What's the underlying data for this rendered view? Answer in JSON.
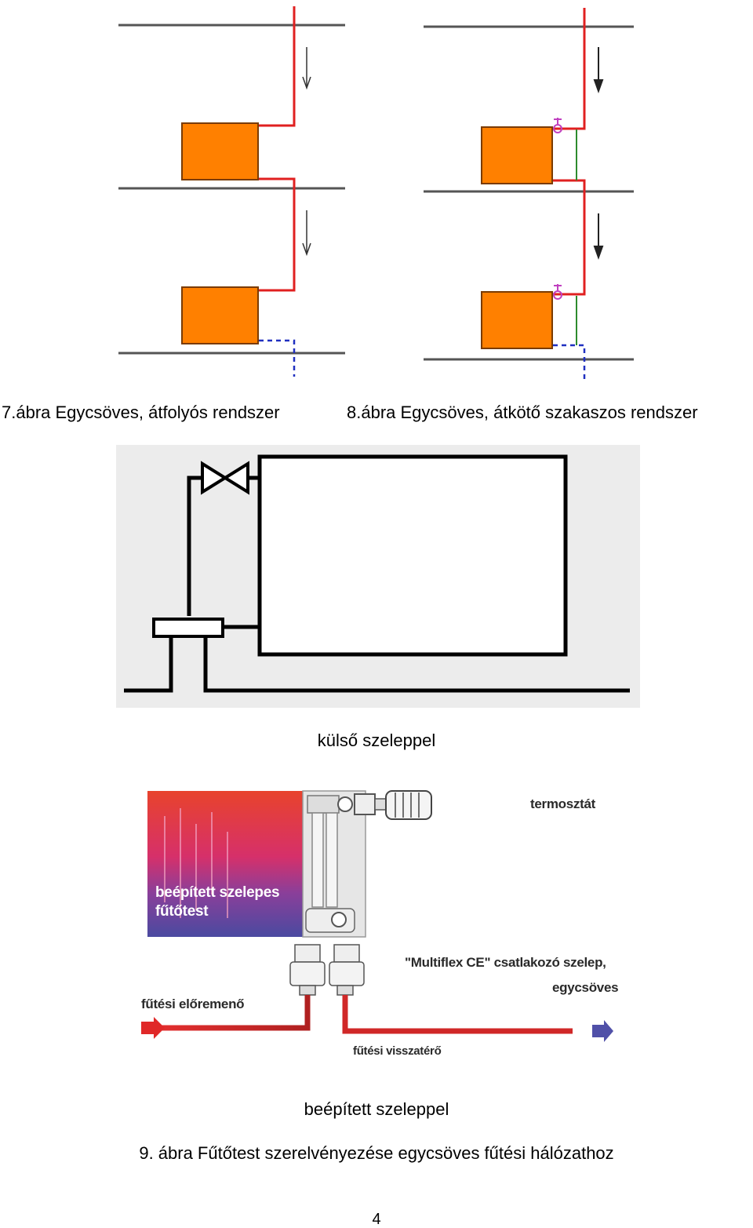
{
  "figures": {
    "fig7": {
      "caption": "7.ábra Egycsöves, átfolyós rendszer"
    },
    "fig8": {
      "caption": "8.ábra Egycsöves, átkötő szakaszos rendszer"
    },
    "fig9_top": {
      "subcaption": "külső szeleppel"
    },
    "fig9_bottom": {
      "subcaption": "beépített szeleppel",
      "labels": {
        "thermostat": "termosztát",
        "radiator": [
          "beépített szelepes",
          "fűtőtest"
        ],
        "connector": "\"Multiflex CE\" csatlakozó szelep,",
        "connector_type": "egycsöves",
        "supply": "fűtési előremenő",
        "return": "fűtési visszatérő"
      }
    },
    "fig9": {
      "caption": "9. ábra Fűtőtest szerelvényezése egycsöves fűtési hálózathoz"
    }
  },
  "page_number": "4",
  "colors": {
    "radiator_orange": "#ff8000",
    "pipe_red": "#e02020",
    "bypass_green": "#2e8b2e",
    "return_blue": "#2030c0",
    "valve_purple": "#c040c0",
    "floor_gray": "#555555"
  }
}
